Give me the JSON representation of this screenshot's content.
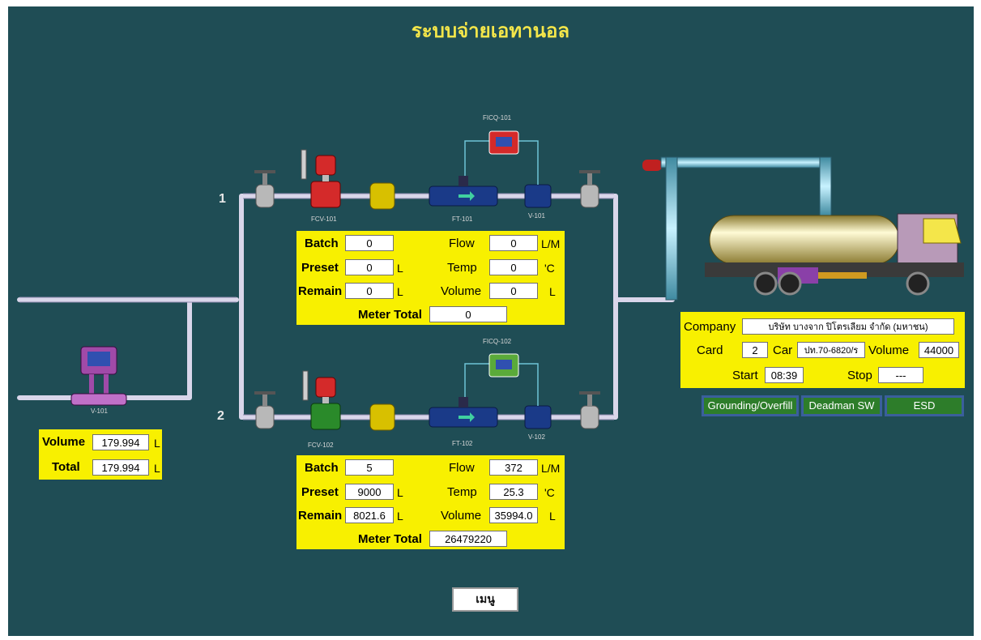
{
  "title": "ระบบจ่ายเอทานอล",
  "line_numbers": [
    "1",
    "2"
  ],
  "tags": {
    "fic1": "FICQ-101",
    "fic2": "FICQ-102",
    "fcv1": "FCV-101",
    "fcv2": "FCV-102",
    "ft1": "FT-101",
    "ft2": "FT-102",
    "v1": "V-101",
    "v2": "V-102",
    "inlet": "V-101"
  },
  "line1": {
    "labels": {
      "batch": "Batch",
      "preset": "Preset",
      "remain": "Remain",
      "flow": "Flow",
      "temp": "Temp",
      "volume": "Volume",
      "meter_total": "Meter Total"
    },
    "batch": "0",
    "preset": "0",
    "remain": "0",
    "flow": "0",
    "temp": "0",
    "volume": "0",
    "meter_total": "0",
    "units": {
      "preset": "L",
      "remain": "L",
      "flow": "L/M",
      "temp": "'C",
      "volume": "L"
    }
  },
  "line2": {
    "labels": {
      "batch": "Batch",
      "preset": "Preset",
      "remain": "Remain",
      "flow": "Flow",
      "temp": "Temp",
      "volume": "Volume",
      "meter_total": "Meter Total"
    },
    "batch": "5",
    "preset": "9000",
    "remain": "8021.6",
    "flow": "372",
    "temp": "25.3",
    "volume": "35994.0",
    "meter_total": "26479220",
    "units": {
      "preset": "L",
      "remain": "L",
      "flow": "L/M",
      "temp": "'C",
      "volume": "L"
    }
  },
  "inlet_meter": {
    "volume_label": "Volume",
    "volume": "179.994",
    "volume_unit": "L",
    "total_label": "Total",
    "total": "179.994",
    "total_unit": "L"
  },
  "truck_info": {
    "company_label": "Company",
    "company": "บริษัท บางจาก ปิโตรเลียม จำกัด (มหาชน)",
    "card_label": "Card",
    "card": "2",
    "car_label": "Car",
    "car": "ปท.70-6820/ร",
    "volume_label": "Volume",
    "volume": "44000",
    "start_label": "Start",
    "start": "08:39",
    "stop_label": "Stop",
    "stop": "---"
  },
  "indicators": {
    "grounding": "Grounding/Overfill",
    "deadman": "Deadman SW",
    "esd": "ESD"
  },
  "menu_label": "เมนู",
  "colors": {
    "background": "#1f4d55",
    "panel": "#f8f000",
    "indicator_ok": "#2d7d2a",
    "title": "#f4e64a"
  }
}
